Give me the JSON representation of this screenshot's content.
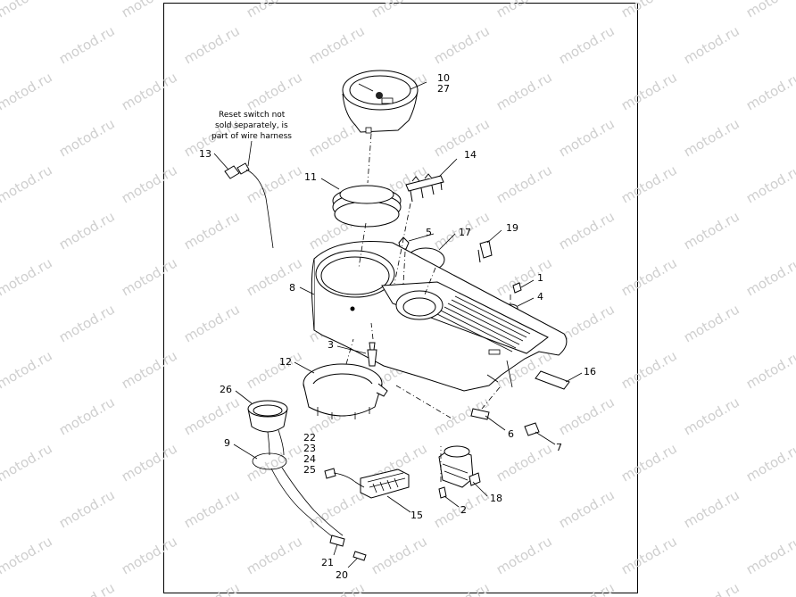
{
  "watermark": "motod.ru",
  "note_lines": [
    "Reset switch not",
    "sold separately, is",
    "part of wire harness"
  ],
  "callouts": {
    "c10": "10",
    "c27": "27",
    "c14": "14",
    "c13": "13",
    "c11": "11",
    "c5": "5",
    "c17": "17",
    "c19": "19",
    "c1": "1",
    "c4": "4",
    "c8": "8",
    "c3": "3",
    "c12": "12",
    "c16": "16",
    "c26": "26",
    "c6": "6",
    "c7": "7",
    "c9": "9",
    "c22": "22",
    "c23": "23",
    "c24": "24",
    "c25": "25",
    "c18": "18",
    "c2": "2",
    "c15": "15",
    "c21": "21",
    "c20": "20"
  }
}
